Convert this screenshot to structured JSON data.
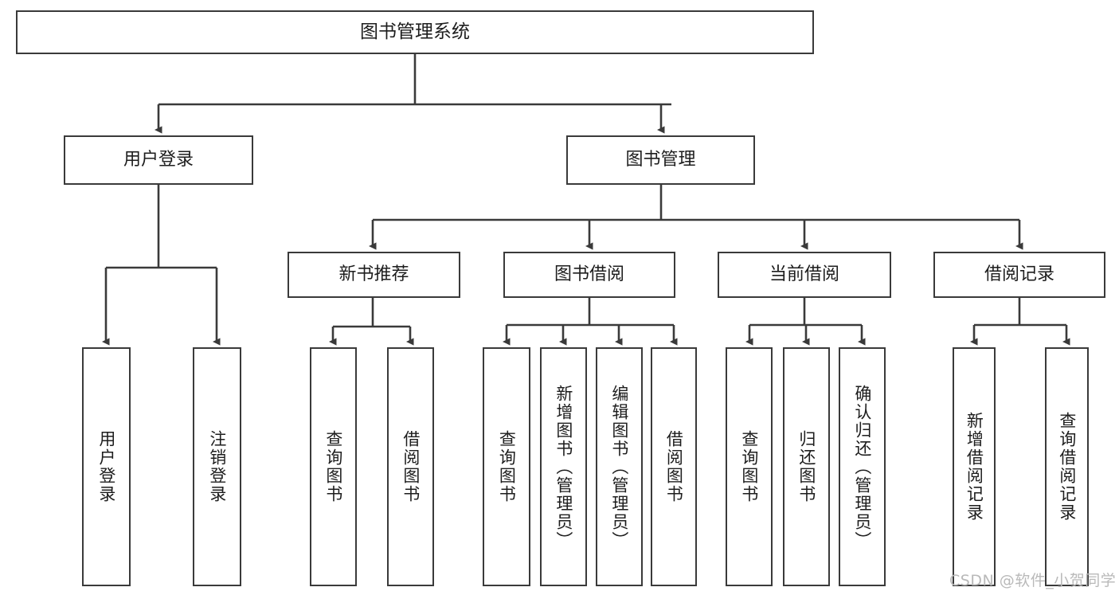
{
  "diagram": {
    "title": "图书管理系统",
    "type": "tree-hierarchy-chart",
    "background_color": "#ffffff",
    "box_border_color": "#3a3a3a",
    "connector_color": "#3a3a3a",
    "nodes": {
      "root": {
        "label": "图书管理系统"
      },
      "level2": [
        {
          "label": "用户登录"
        },
        {
          "label": "图书管理"
        }
      ],
      "level3": [
        {
          "label": "新书推荐"
        },
        {
          "label": "图书借阅"
        },
        {
          "label": "当前借阅"
        },
        {
          "label": "借阅记录"
        }
      ],
      "leaves": {
        "user_login": [
          {
            "label": "用户登录"
          },
          {
            "label": "注销登录"
          }
        ],
        "new_book_recommend": [
          {
            "label": "查询图书"
          },
          {
            "label": "借阅图书"
          }
        ],
        "book_borrow": [
          {
            "label": "查询图书"
          },
          {
            "label": "新增图书（管理员）"
          },
          {
            "label": "编辑图书（管理员）"
          },
          {
            "label": "借阅图书"
          }
        ],
        "current_borrow": [
          {
            "label": "查询图书"
          },
          {
            "label": "归还图书"
          },
          {
            "label": "确认归还（管理员）"
          }
        ],
        "borrow_record": [
          {
            "label": "新增借阅记录"
          },
          {
            "label": "查询借阅记录"
          }
        ]
      }
    },
    "watermark": "CSDN @软件_小贺同学"
  }
}
